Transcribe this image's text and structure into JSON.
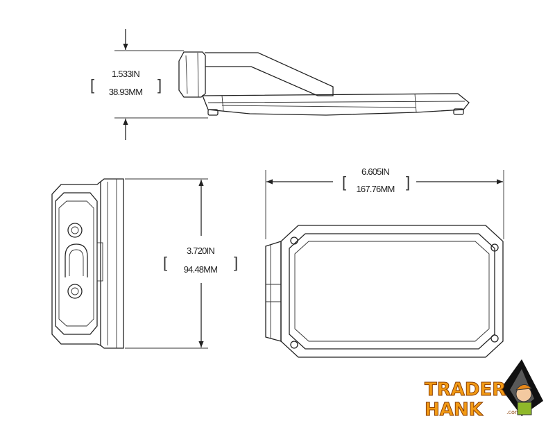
{
  "dimensions": {
    "height": {
      "inches": "1.533IN",
      "mm": "38.93MM"
    },
    "width": {
      "inches": "6.605IN",
      "mm": "167.76MM"
    },
    "depth": {
      "inches": "3.720IN",
      "mm": "94.48MM"
    },
    "bracket_open": "[",
    "bracket_close": "]"
  },
  "logo": {
    "line1": "TRADER",
    "line2": "HANK",
    "suffix": ".com",
    "colors": {
      "text": "#f29a14",
      "outline": "#8a3d00"
    }
  },
  "colors": {
    "line": "#222222",
    "background": "#ffffff"
  }
}
